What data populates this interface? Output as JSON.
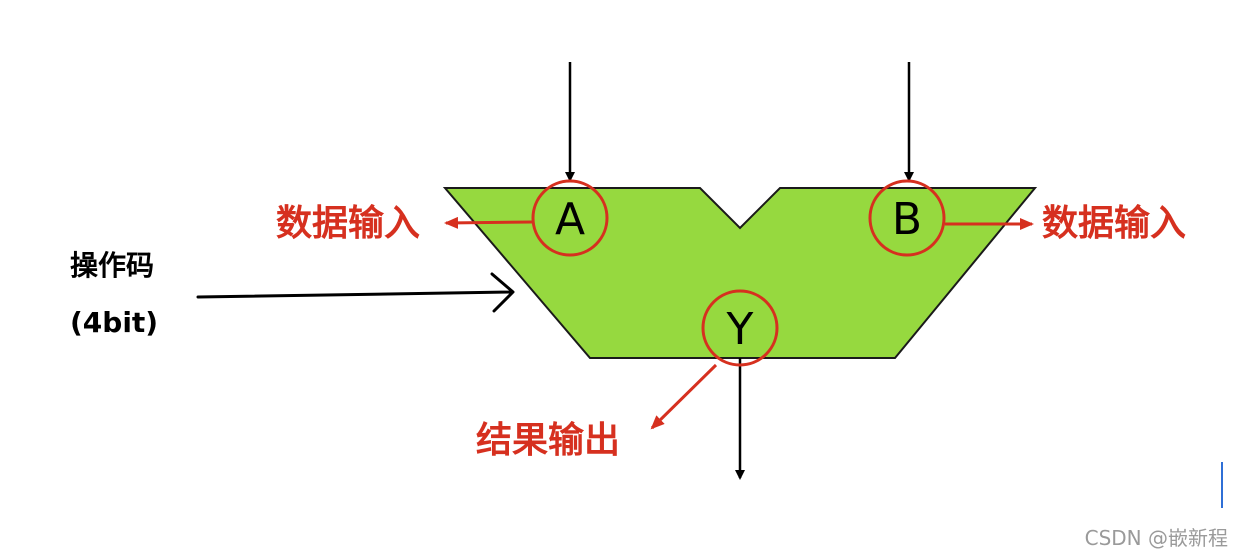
{
  "colors": {
    "alu_fill": "#96d93f",
    "highlight": "#d6301f",
    "line": "#000000",
    "cursor": "#2f6fd6"
  },
  "ports": {
    "a": "A",
    "b": "B",
    "y": "Y"
  },
  "labels": {
    "data_input_left": "数据输入",
    "data_input_right": "数据输入",
    "result_output": "结果输出",
    "opcode_line1": "操作码",
    "opcode_line2": "(4bit)"
  },
  "watermark": "CSDN @嵌新程"
}
